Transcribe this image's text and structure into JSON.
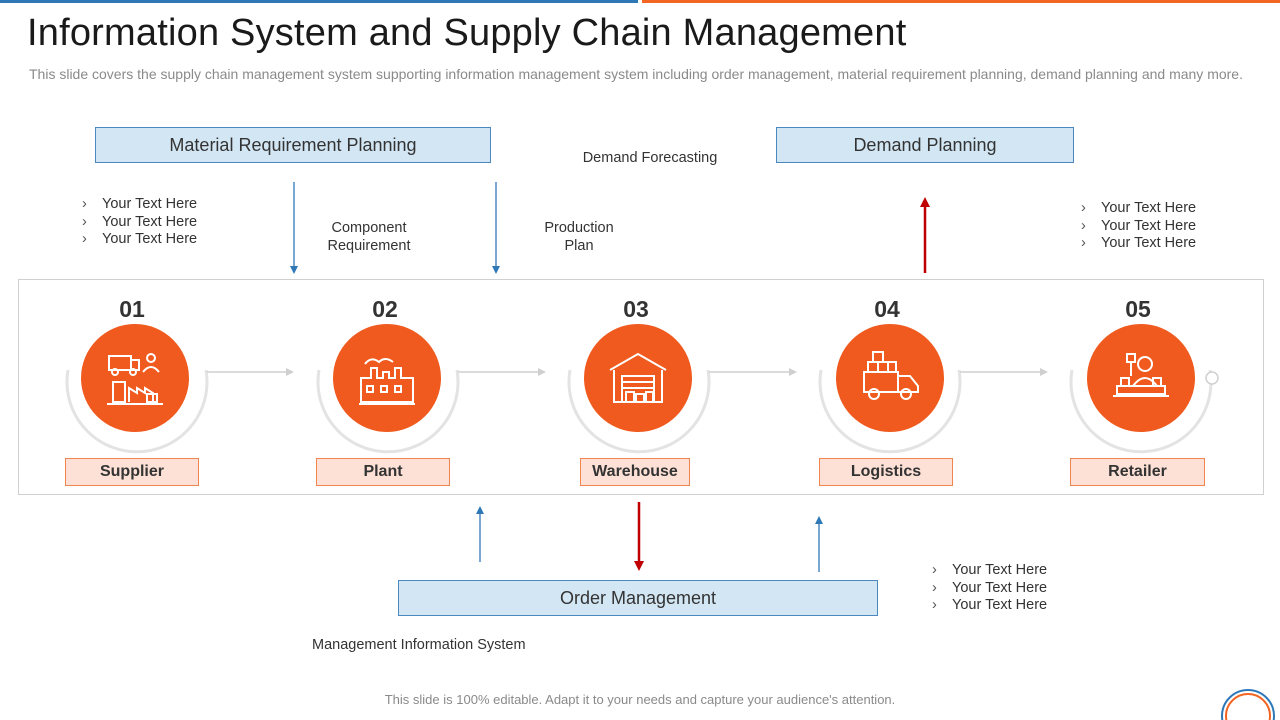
{
  "slide": {
    "title": "Information System and Supply Chain Management",
    "subtitle": "This slide covers the supply chain management system supporting information management system including order management, material requirement planning, demand planning and many more.",
    "footer": "This slide is 100% editable. Adapt it to your needs and capture your audience's attention."
  },
  "boxes": {
    "mrp": "Material Requirement Planning",
    "demand": "Demand Planning",
    "order": "Order Management"
  },
  "labels": {
    "demand_forecasting": "Demand Forecasting",
    "component_line1": "Component",
    "component_line2": "Requirement",
    "production_line1": "Production",
    "production_line2": "Plan",
    "mis": "Management Information  System"
  },
  "bullet_groups": {
    "top_left": [
      "Your Text Here",
      "Your Text Here",
      "Your Text Here"
    ],
    "top_right": [
      "Your Text Here",
      "Your Text Here",
      "Your Text Here"
    ],
    "bottom_right": [
      "Your Text Here",
      "Your Text Here",
      "Your Text Here"
    ],
    "chevron": "›"
  },
  "steps": [
    {
      "number": "01",
      "label": "Supplier",
      "icon": "supplier-icon"
    },
    {
      "number": "02",
      "label": "Plant",
      "icon": "factory-icon"
    },
    {
      "number": "03",
      "label": "Warehouse",
      "icon": "warehouse-icon"
    },
    {
      "number": "04",
      "label": "Logistics",
      "icon": "truck-icon"
    },
    {
      "number": "05",
      "label": "Retailer",
      "icon": "retailer-icon"
    }
  ],
  "colors": {
    "accent_orange": "#f05a1e",
    "accent_blue": "#2f78b8",
    "box_fill_blue": "#d3e6f4",
    "step_label_fill": "#fde1d6",
    "arrow_red": "#c00000"
  }
}
